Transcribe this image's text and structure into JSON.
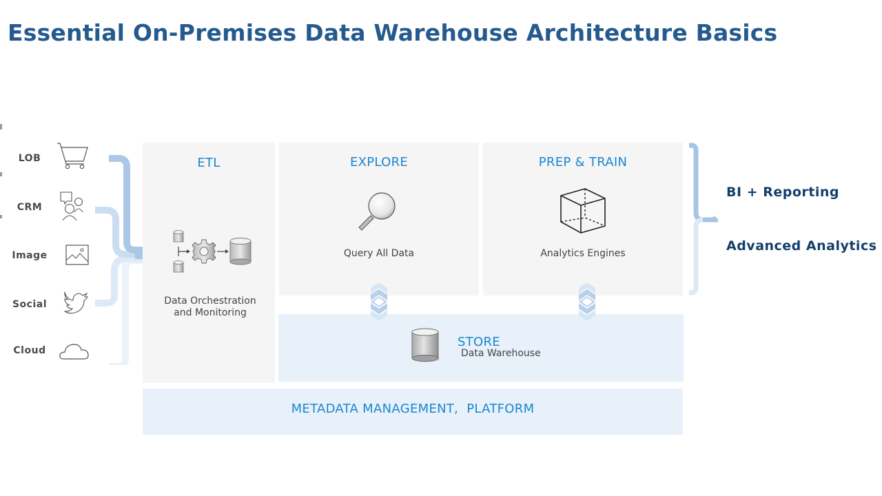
{
  "title": "Essential On-Premises Data Warehouse Architecture Basics",
  "sources": [
    {
      "label": "LOB",
      "icon": "shopping-cart-icon"
    },
    {
      "label": "CRM",
      "icon": "users-chat-icon"
    },
    {
      "label": "Image",
      "icon": "image-icon"
    },
    {
      "label": "Social",
      "icon": "twitter-bird-icon"
    },
    {
      "label": "Cloud",
      "icon": "cloud-icon"
    }
  ],
  "etl": {
    "heading": "ETL",
    "caption_line1": "Data Orchestration",
    "caption_line2": "and Monitoring",
    "icon": "etl-pipeline-icon"
  },
  "explore": {
    "heading": "EXPLORE",
    "caption": "Query All Data",
    "icon": "magnifier-icon"
  },
  "prep": {
    "heading": "PREP & TRAIN",
    "caption": "Analytics Engines",
    "icon": "cube-icon"
  },
  "store": {
    "heading": "STORE",
    "caption": "Data Warehouse",
    "icon": "database-icon"
  },
  "metadata": {
    "label": "METADATA MANAGEMENT,  PLATFORM"
  },
  "outputs": [
    {
      "label": "BI + Reporting"
    },
    {
      "label": "Advanced Analytics"
    }
  ],
  "colors": {
    "title": "#255a8f",
    "heading": "#1b85d0",
    "output": "#123f6b",
    "panel_gray": "#f5f5f5",
    "panel_blue": "#e8f1f9",
    "flow_dark": "#a6c5e5",
    "flow_mid": "#c5daef",
    "flow_light": "#dde9f5",
    "flow_faint": "#ebf2fa"
  }
}
